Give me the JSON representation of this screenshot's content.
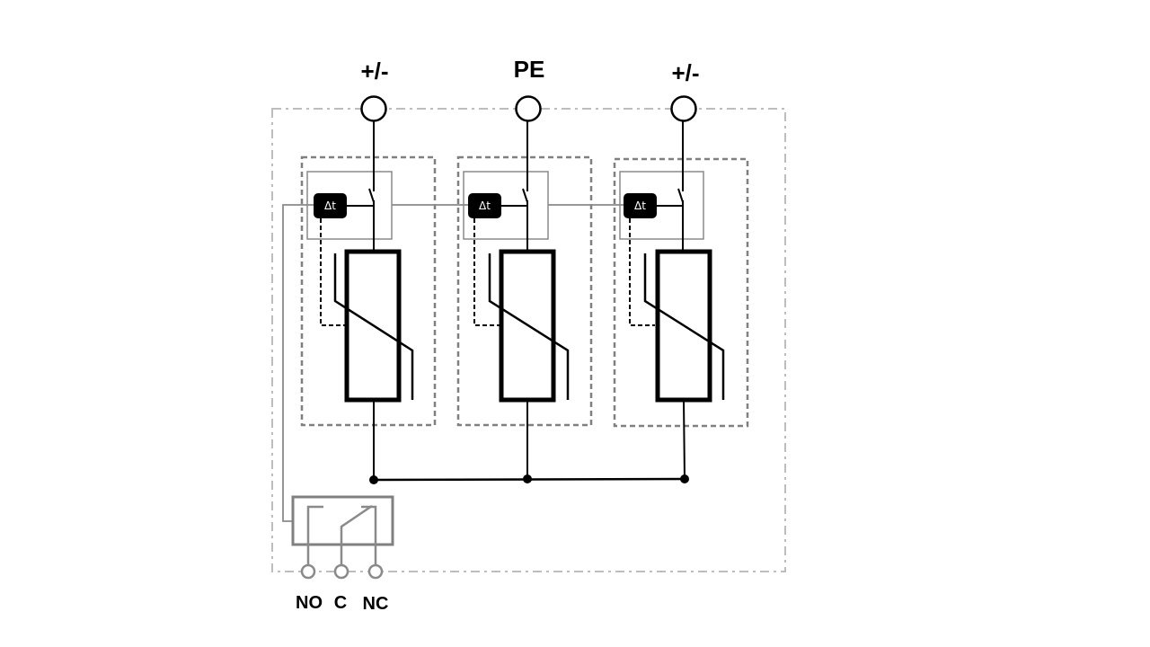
{
  "terminals_top": [
    "+/-",
    "PE",
    "+/-"
  ],
  "timer_label": "Δt",
  "terminals_bottom": [
    "NO",
    "C",
    "NC"
  ],
  "colors": {
    "line": "#000000",
    "grey": "#8a8a8a",
    "light_grey": "#bdbdbd",
    "background": "#ffffff"
  }
}
